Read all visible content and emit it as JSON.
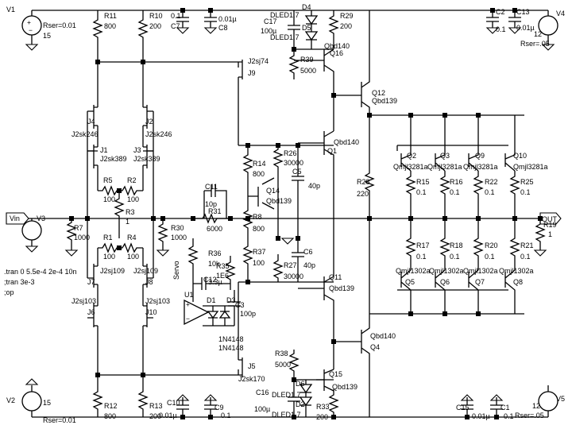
{
  "labels": {
    "V1": "V1",
    "V1_rser": "Rser=0.01",
    "V1_val": "15",
    "V2": "V2",
    "V2_val": "15",
    "V2_rser": "Rser=0.01",
    "V3": "V3",
    "V4": "V4",
    "V4_val": "12",
    "V4_rser": "Rser=.05",
    "V5": "V5",
    "V5_val": "12",
    "V5_rser": "Rser=.05",
    "R11": "R11",
    "R11_val": "800",
    "R10": "R10",
    "R10_val": "200",
    "C7": "C7",
    "C7_val": "0.1",
    "C8": "C8",
    "C8_val": "0.01µ",
    "C17": "C17",
    "C17_val": "100µ",
    "D4": "D4",
    "D4_val": "DLED1.7",
    "D5": "D5",
    "D5_val": "DLED1.7",
    "R29": "R29",
    "R29_val": "200",
    "Q16": "Q16",
    "Q16_val": "Qbd140",
    "R39": "R39",
    "R39_val": "5000",
    "J9": "J9",
    "J9_val": "J2sj74",
    "Q12": "Q12",
    "Q12_val": "Qbd139",
    "C2": "C2",
    "C2_val": "0.1",
    "C13": "C13",
    "C13_val": "0.01µ",
    "J4": "J4",
    "J4_val": "J2sk246",
    "J2": "J2",
    "J2_val": "J2sk246",
    "J1": "J1",
    "J1_val": "J2sk389",
    "J3": "J3",
    "J3_val": "J2sk389",
    "R14": "R14",
    "R14_val": "800",
    "R26": "R26",
    "R26_val": "30000",
    "Q1": "Q1",
    "Q1_val": "Qbd140",
    "C5": "C5",
    "C5_val": "40p",
    "Q2": "Q2",
    "Q2_val": "Qmjl3281a",
    "Q3": "Q3",
    "Q3_val": "Qmjl3281a",
    "Q9": "Q9",
    "Q9_val": "Qmjl3281a",
    "Q10": "Q10",
    "Q10_val": "Qmjl3281a",
    "R5": "R5",
    "R5_val": "100",
    "R2": "R2",
    "R2_val": "100",
    "C11": "C11",
    "C11_val": "10p",
    "R31": "R31",
    "R31_val": "6000",
    "Q14": "Q14",
    "Q14_val": "Qbd139",
    "R28": "R28",
    "R28_val": "220",
    "R15": "R15",
    "R15_val": "0.1",
    "R16": "R16",
    "R16_val": "0.1",
    "R22": "R22",
    "R22_val": "0.1",
    "R25": "R25",
    "R25_val": "0.1",
    "R3": "R3",
    "R3_val": "1",
    "R8": "R8",
    "R8_val": "800",
    "Vin": "Vin",
    "R7": "R7",
    "R7_val": "1000",
    "R30": "R30",
    "R30_val": "1000",
    "OUT": "OUT",
    "R19": "R19",
    "R19_val": "1",
    "R1": "R1",
    "R1_val": "100",
    "R4": "R4",
    "R4_val": "100",
    "R36": "R36",
    "R36_val": "10k",
    "R37": "R37",
    "R37_val": "100",
    "C6": "C6",
    "C6_val": "40p",
    "R17": "R17",
    "R17_val": "0.1",
    "R18": "R18",
    "R18_val": "0.1",
    "R20": "R20",
    "R20_val": "0.1",
    "R21": "R21",
    "R21_val": "0.1",
    "J7": "J7",
    "J7_val": "J2sj109",
    "J8": "J8",
    "J8_val": "J2sj109",
    "tran1": ".tran 0 5.5e-4 2e-4 10n",
    "tran2": ";tran 3e-3",
    "op": ";op",
    "R35": "R35",
    "R35_val": "1E6",
    "R27": "R27",
    "R27_val": "30000",
    "Q11": "Q11",
    "Q11_val": "Qbd139",
    "Q5": "Q5",
    "Q5_val": "Qmjl1302a",
    "Q6": "Q6",
    "Q6_val": "Qmjl1302a",
    "Q7": "Q7",
    "Q7_val": "Qmjl1302a",
    "Q8": "Q8",
    "Q8_val": "Qmjl1302a",
    "servo": "Servo",
    "C12": "C12",
    "C12_val": "3.3µ",
    "J5_ref": "J2sj103",
    "J6": "J6",
    "J10": "J10",
    "J10_val": "J2sj103",
    "U1": "U1",
    "D1": "D1",
    "D1_val": "1N4148",
    "D3": "D3",
    "D3_val": "1N4148",
    "C3": "C3",
    "C3_val": "100p",
    "Q4": "Q4",
    "Q4_val": "Qbd140",
    "R38": "R38",
    "R38_val": "5000",
    "J5": "J5",
    "J5_val": "J2sk170",
    "Q15": "Q15",
    "Q15_val": "Qbd139",
    "D6": "D6",
    "D6_val": "DLED1.7",
    "D2": "D2",
    "D2_val": "DLED1.7",
    "C16": "C16",
    "C16_val": "100µ",
    "R33": "R33",
    "R33_val": "200",
    "R12": "R12",
    "R12_val": "800",
    "R13": "R13",
    "R13_val": "200",
    "C10": "C10",
    "C10_val": "0.01µ",
    "C9": "C9",
    "C9_val": "0.1",
    "C15": "C15",
    "C15_val": "0.01µ",
    "C1": "C1",
    "C1_val": "0.1"
  }
}
